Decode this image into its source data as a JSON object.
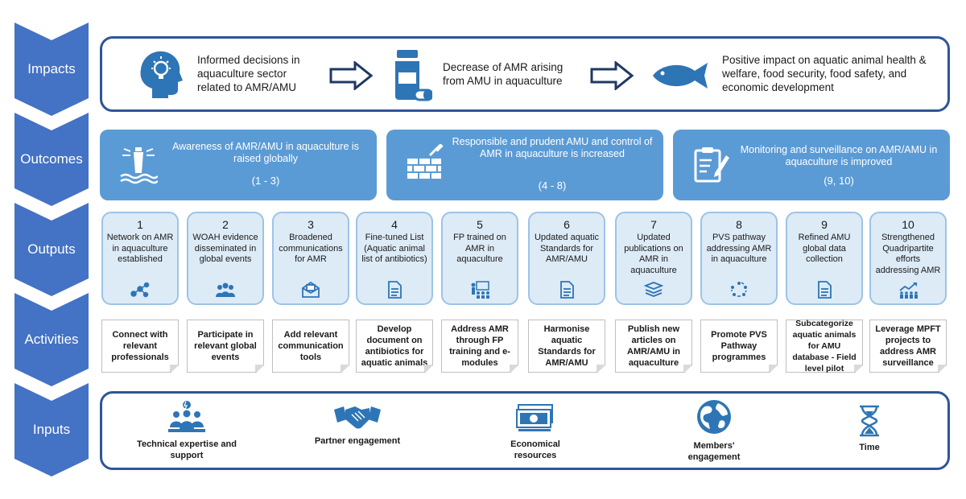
{
  "rows": {
    "impacts": "Impacts",
    "outcomes": "Outcomes",
    "outputs": "Outputs",
    "activities": "Activities",
    "inputs": "Inputs"
  },
  "impacts": [
    {
      "text": "Informed decisions in aquaculture sector related to AMR/AMU",
      "icon": "head-lightbulb-icon"
    },
    {
      "text": "Decrease of AMR arising from AMU in aquaculture",
      "icon": "medicine-bottle-icon"
    },
    {
      "text": "Positive impact on aquatic animal health & welfare, food security, food safety, and economic development",
      "icon": "fish-icon"
    }
  ],
  "outcomes": [
    {
      "text": "Awareness of AMR/AMU in aquaculture is raised globally",
      "range": "(1 - 3)",
      "icon": "lighthouse-icon"
    },
    {
      "text": "Responsible and prudent AMU and control of AMR in aquaculture is increased",
      "range": "(4 - 8)",
      "icon": "brick-wall-icon"
    },
    {
      "text": "Monitoring and surveillance on AMR/AMU in aquaculture is improved",
      "range": "(9, 10)",
      "icon": "clipboard-icon"
    }
  ],
  "outputs": [
    {
      "num": "1",
      "text": "Network on AMR in aquaculture established",
      "icon": "network-icon"
    },
    {
      "num": "2",
      "text": "WOAH evidence disseminated in global events",
      "icon": "people-icon"
    },
    {
      "num": "3",
      "text": "Broadened communications for AMR",
      "icon": "mail-icon"
    },
    {
      "num": "4",
      "text": "Fine-tuned List (Aquatic animal list of antibiotics)",
      "icon": "document-icon"
    },
    {
      "num": "5",
      "text": "FP trained on AMR in aquaculture",
      "icon": "training-icon"
    },
    {
      "num": "6",
      "text": "Updated aquatic Standards for AMR/AMU",
      "icon": "document-icon"
    },
    {
      "num": "7",
      "text": "Updated publications on AMR in aquaculture",
      "icon": "books-icon"
    },
    {
      "num": "8",
      "text": "PVS pathway addressing AMR in aquaculture",
      "icon": "cycle-icon"
    },
    {
      "num": "9",
      "text": "Refined AMU global data collection",
      "icon": "document-icon"
    },
    {
      "num": "10",
      "text": "Strengthened Quadripartite efforts addressing AMR",
      "icon": "growth-people-icon"
    }
  ],
  "activities": [
    "Connect with relevant professionals",
    "Participate in relevant global events",
    "Add relevant communication tools",
    "Develop document on antibiotics for aquatic animals",
    "Address AMR through FP training and e-modules",
    "Harmonise aquatic Standards for AMR/AMU",
    "Publish new articles on AMR/AMU in aquaculture",
    "Promote PVS Pathway programmes",
    "Subcategorize aquatic animals for AMU database - Field level pilot",
    "Leverage MPFT projects to address AMR surveillance"
  ],
  "inputs": [
    {
      "text": "Technical expertise and support",
      "icon": "expert-team-icon"
    },
    {
      "text": "Partner engagement",
      "icon": "handshake-icon"
    },
    {
      "text": "Economical resources",
      "icon": "money-icon"
    },
    {
      "text": "Members' engagement",
      "icon": "globe-icon"
    },
    {
      "text": "Time",
      "icon": "hourglass-icon"
    }
  ],
  "colors": {
    "chevron": "#4472c4",
    "border": "#2f5597",
    "outcome_fill": "#5b9bd5",
    "output_fill": "#ddebf7",
    "output_border": "#9dc3e6",
    "icon_blue": "#2e75b6"
  }
}
